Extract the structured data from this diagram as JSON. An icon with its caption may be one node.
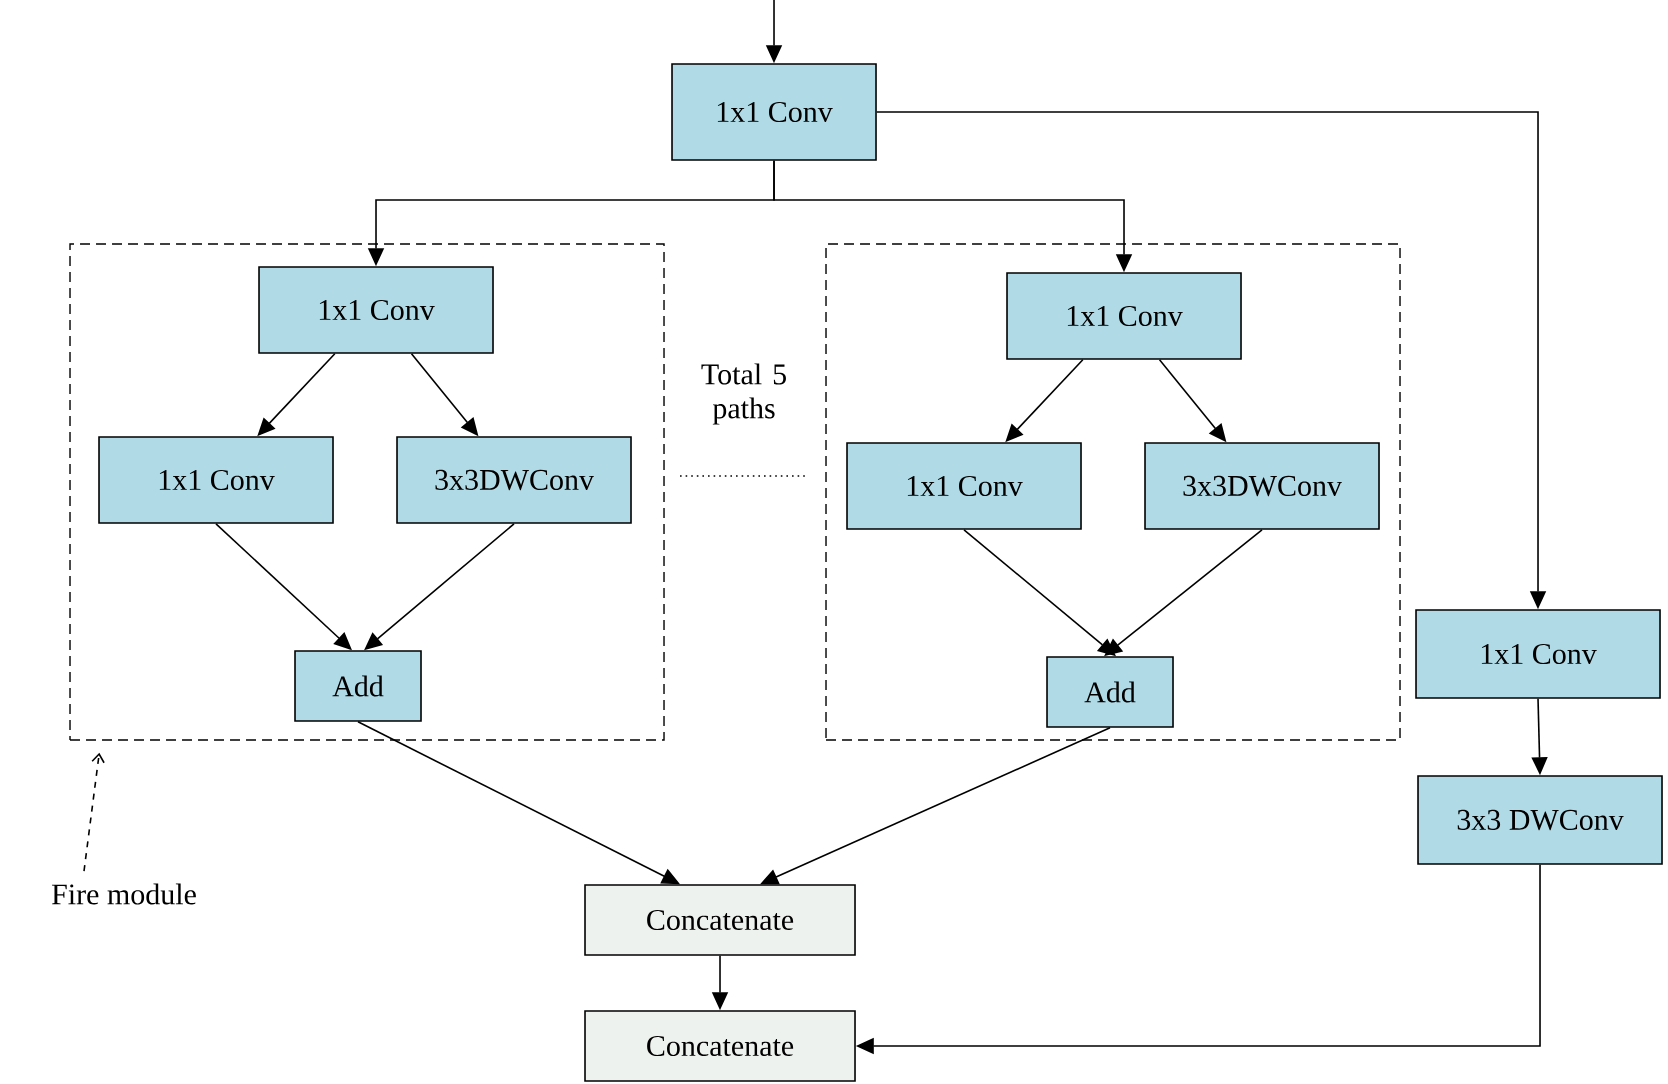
{
  "diagram": {
    "nodes": [
      {
        "text": [
          "1x1 Conv"
        ]
      },
      {
        "text": [],
        "shape": "box"
      },
      {
        "text": [
          "1x1 Conv"
        ],
        "in": 1
      },
      {
        "text": [
          "1x1 Conv"
        ],
        "in": 1
      },
      {
        "text": [
          "3x3DWConv"
        ],
        "in": 1
      },
      {
        "text": [
          "Add"
        ],
        "in": 1
      },
      {
        "text": [],
        "shape": "box"
      },
      {
        "text": [
          "1x1 Conv"
        ],
        "in": 6
      },
      {
        "text": [
          "1x1 Conv"
        ],
        "in": 6
      },
      {
        "text": [
          "3x3DWConv"
        ],
        "in": 6
      },
      {
        "text": [
          "Add"
        ],
        "in": 6
      },
      {
        "text": [
          "1x1 Conv"
        ]
      },
      {
        "text": [
          "3x3 DWConv"
        ]
      },
      {
        "text": [
          "Concatenate"
        ]
      },
      {
        "text": [
          "Concatenate"
        ]
      },
      {
        "text": [
          "Fire module"
        ]
      }
    ],
    "edges": [
      {
        "from": null,
        "to": 0,
        "arrow": "to"
      },
      {
        "from": 0,
        "to": 2,
        "arrow": "to"
      },
      {
        "from": 0,
        "to": 7,
        "arrow": "to"
      },
      {
        "from": 0,
        "to": 11,
        "arrow": "to"
      },
      {
        "from": 2,
        "to": 3,
        "arrow": "to"
      },
      {
        "from": 2,
        "to": 4,
        "arrow": "to"
      },
      {
        "from": 3,
        "to": 5,
        "arrow": "to"
      },
      {
        "from": 4,
        "to": 5,
        "arrow": "to"
      },
      {
        "from": 7,
        "to": 8,
        "arrow": "to"
      },
      {
        "from": 7,
        "to": 9,
        "arrow": "to"
      },
      {
        "from": 8,
        "to": 10,
        "arrow": "to"
      },
      {
        "from": 9,
        "to": 10,
        "arrow": "to"
      },
      {
        "from": 5,
        "to": 13,
        "arrow": "to"
      },
      {
        "from": 10,
        "to": 13,
        "arrow": "to"
      },
      {
        "from": 11,
        "to": 12,
        "arrow": "to"
      },
      {
        "from": 13,
        "to": 14,
        "arrow": "to"
      },
      {
        "from": 12,
        "to": 14,
        "arrow": "to"
      },
      {
        "from": 15,
        "to": 1,
        "arrow": "to",
        "style": "dashed"
      }
    ],
    "labels": [
      "Total 5 paths"
    ]
  }
}
